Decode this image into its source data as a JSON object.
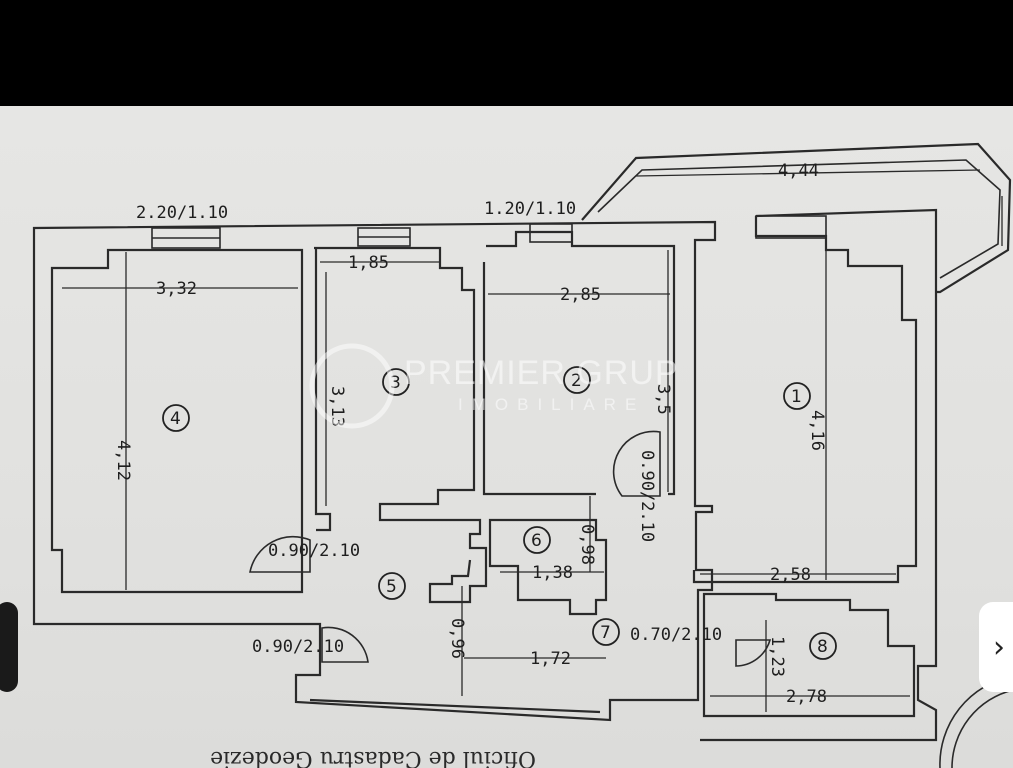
{
  "plan": {
    "rooms": [
      "1",
      "2",
      "3",
      "4",
      "5",
      "6",
      "7",
      "8"
    ],
    "window_labels": [
      "2.20/1.10",
      "1.20/1.10"
    ],
    "door_labels": [
      "0.90/2.10",
      "0.90/2.10",
      "0.90/2.10",
      "0.70/2.10"
    ],
    "dimensions": {
      "balcony_width": "4,44",
      "room4_width": "3,32",
      "room4_length": "4,12",
      "room3_width": "1,85",
      "room3_length": "3,13",
      "room2_width": "2,85",
      "room2_length": "3,5",
      "room1_length": "4,16",
      "room1_width": "2,58",
      "room6_length": "0,98",
      "room6_width": "1,38",
      "room7_width": "1,72",
      "room7_small": "0,96",
      "room8_width": "2,78",
      "room8_length": "1,23"
    },
    "bottom_text": "Oficiul de Cadastru Geodezie"
  },
  "watermark": {
    "brand": "PREMIER GRUP",
    "sub": "IMOBILIARE"
  },
  "nav": {
    "next_icon": "›"
  }
}
